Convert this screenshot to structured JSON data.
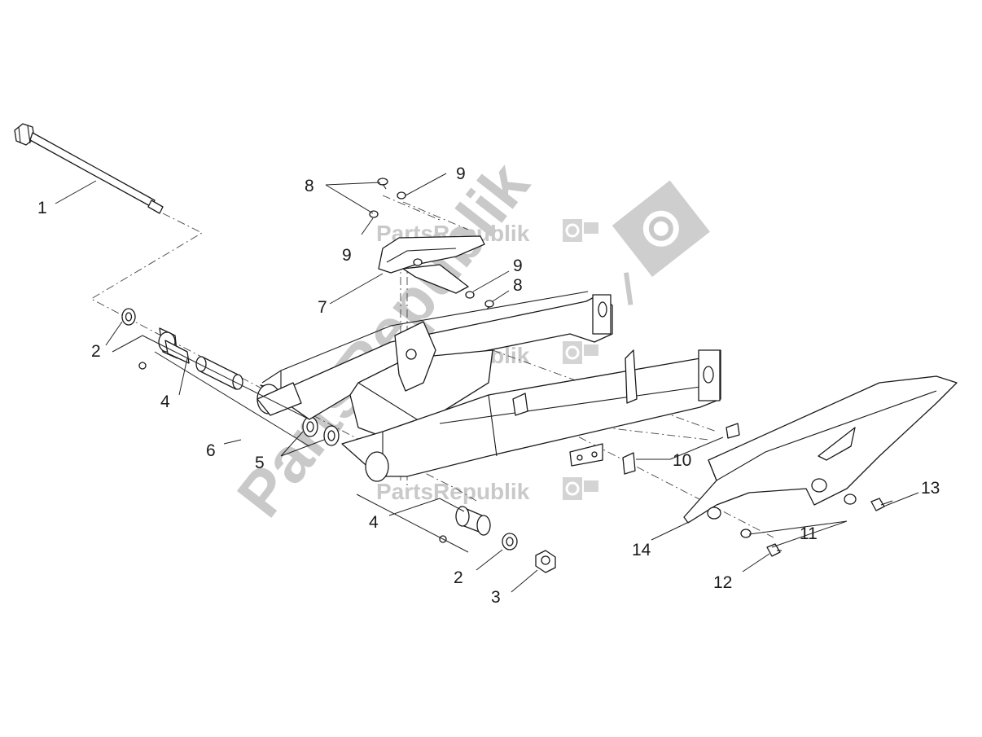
{
  "diagram": {
    "title": "Swing arm exploded view",
    "watermark": {
      "brand": "PartsRepublik",
      "icon": "gear-flag-icon",
      "color": "#c9c9c9"
    },
    "line_color": "#1a1a1a",
    "background": "#ffffff",
    "callouts": [
      {
        "id": "c1",
        "label": "1",
        "part": "Swing arm pivot shaft"
      },
      {
        "id": "c2a",
        "label": "2",
        "part": "Washer"
      },
      {
        "id": "c2b",
        "label": "2",
        "part": "Washer"
      },
      {
        "id": "c3",
        "label": "3",
        "part": "Nut"
      },
      {
        "id": "c4a",
        "label": "4",
        "part": "Bushing"
      },
      {
        "id": "c4b",
        "label": "4",
        "part": "Bushing"
      },
      {
        "id": "c5",
        "label": "5",
        "part": "Spacer washer"
      },
      {
        "id": "c6",
        "label": "6",
        "part": "Spacer tube"
      },
      {
        "id": "c7",
        "label": "7",
        "part": "Chain slider"
      },
      {
        "id": "c8a",
        "label": "8",
        "part": "Screw"
      },
      {
        "id": "c8b",
        "label": "8",
        "part": "Screw"
      },
      {
        "id": "c9a",
        "label": "9",
        "part": "Washer"
      },
      {
        "id": "c9b",
        "label": "9",
        "part": "Washer"
      },
      {
        "id": "c9c",
        "label": "9",
        "part": "Washer"
      },
      {
        "id": "c10",
        "label": "10",
        "part": "Clip nut"
      },
      {
        "id": "c11",
        "label": "11",
        "part": "Washer"
      },
      {
        "id": "c12",
        "label": "12",
        "part": "Screw"
      },
      {
        "id": "c13",
        "label": "13",
        "part": "Screw"
      },
      {
        "id": "c14",
        "label": "14",
        "part": "Chain guard"
      }
    ]
  }
}
